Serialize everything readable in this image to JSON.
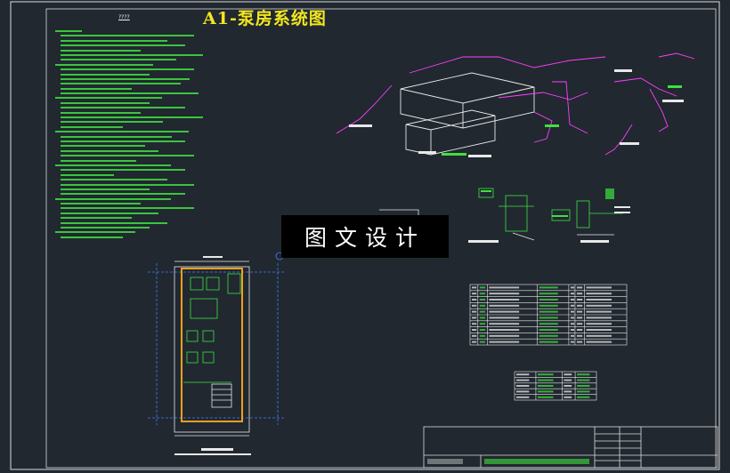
{
  "drawing": {
    "title": "A1-泵房系统图",
    "notes_heading": "????",
    "watermark": "图文设计"
  },
  "notes": {
    "line_count": 44
  },
  "legend_table": {
    "rows": 10,
    "cols": 7
  },
  "small_table": {
    "rows": 5,
    "cols": 4
  },
  "colors": {
    "background": "#212830",
    "title": "#f2e620",
    "pipe": "#ff3fff",
    "text_green": "#3fe03f",
    "frame": "#ffffff",
    "wall_orange": "#f0a020",
    "plan_blue": "#3f7fff"
  }
}
